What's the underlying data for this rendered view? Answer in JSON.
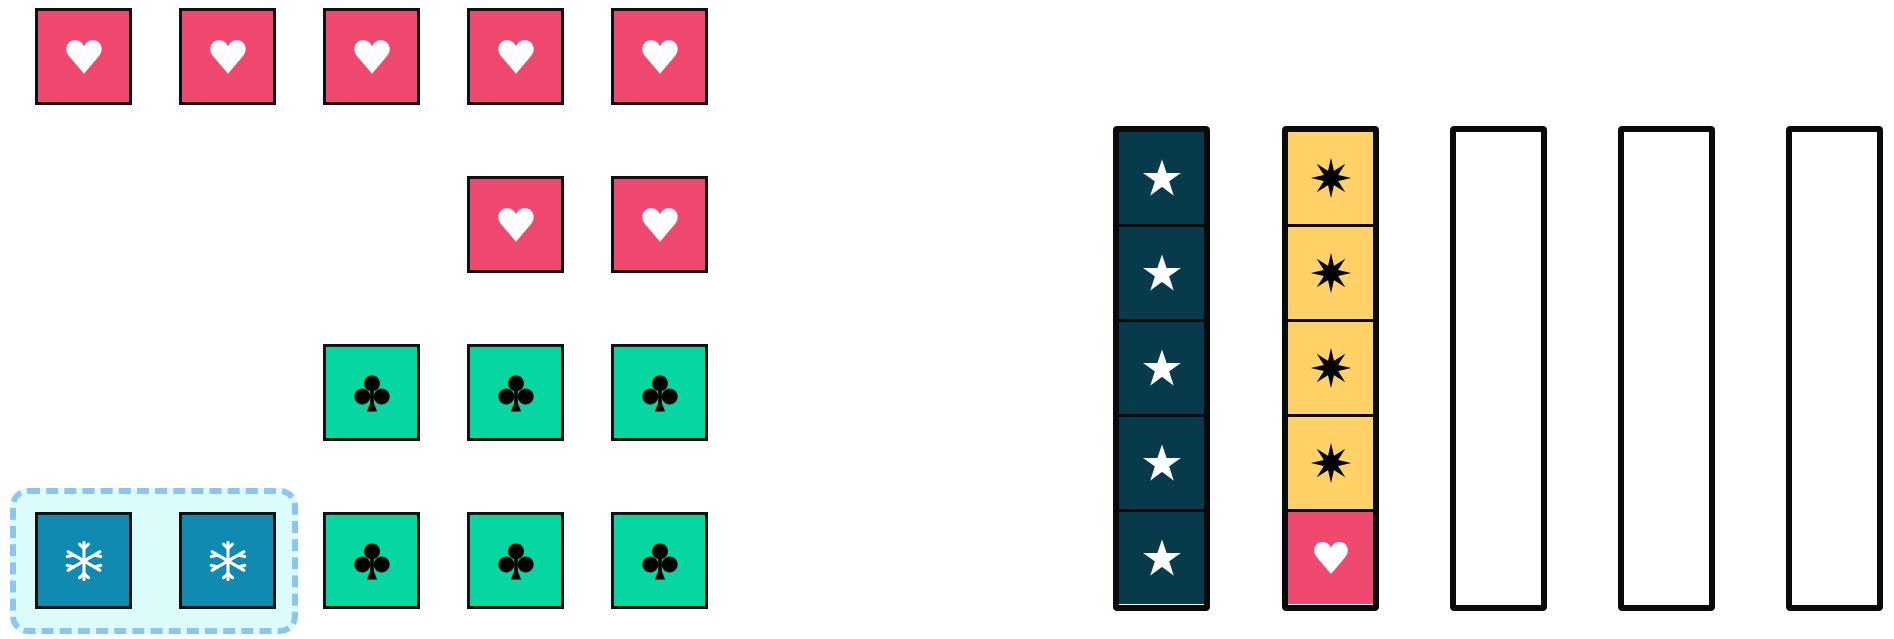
{
  "game": {
    "colors": {
      "heart": "#f0496f",
      "club": "#06d6a0",
      "snow": "#118ab2",
      "star": "#073b4c",
      "burst": "#ffd166",
      "selection_fill": "#dbfcfa",
      "selection_border": "#8cc6f0"
    },
    "board": {
      "rows": [
        [
          "heart",
          "heart",
          "heart",
          "heart",
          "heart"
        ],
        [
          null,
          null,
          null,
          "heart",
          "heart"
        ],
        [
          null,
          null,
          "club",
          "club",
          "club"
        ],
        [
          "snow",
          "snow",
          "club",
          "club",
          "club"
        ]
      ],
      "selected": [
        [
          3,
          0
        ],
        [
          3,
          1
        ]
      ]
    },
    "tubes": [
      {
        "cells": [
          "star",
          "star",
          "star",
          "star",
          "star"
        ],
        "capacity": 5
      },
      {
        "cells": [
          "burst",
          "burst",
          "burst",
          "burst",
          "heart"
        ],
        "capacity": 5
      },
      {
        "cells": [],
        "capacity": 5
      },
      {
        "cells": [],
        "capacity": 5
      },
      {
        "cells": [],
        "capacity": 5
      }
    ]
  }
}
